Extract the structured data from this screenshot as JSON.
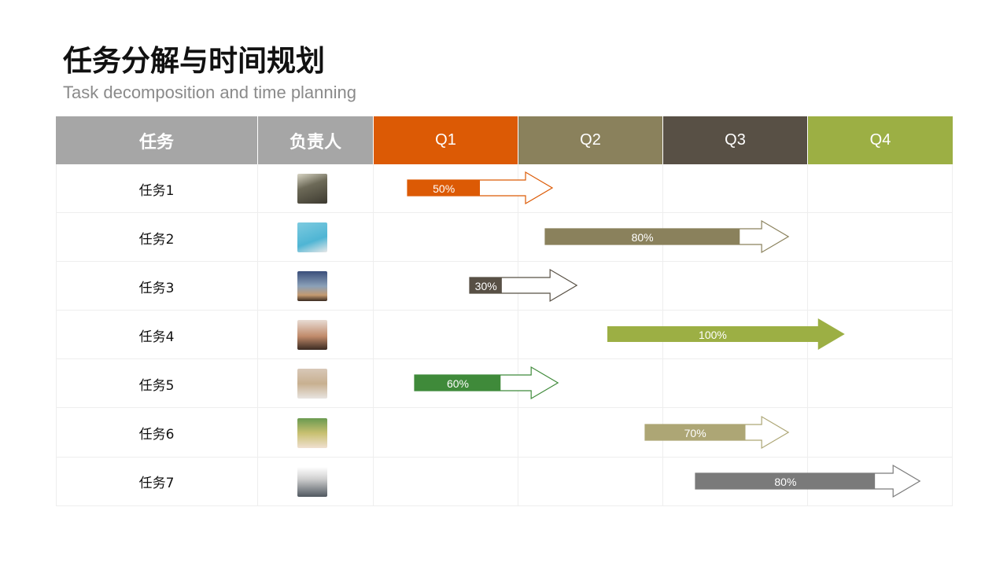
{
  "header": {
    "title": "任务分解与时间规划",
    "subtitle": "Task decomposition and time planning"
  },
  "table": {
    "columns": [
      {
        "label": "任务",
        "color": "#a6a6a6"
      },
      {
        "label": "负责人",
        "color": "#a6a6a6"
      },
      {
        "label": "Q1",
        "color": "#dc5a05"
      },
      {
        "label": "Q2",
        "color": "#8a815c"
      },
      {
        "label": "Q3",
        "color": "#585045"
      },
      {
        "label": "Q4",
        "color": "#9caf44"
      }
    ],
    "rows": [
      {
        "task": "任务1",
        "avatar": "person-photo",
        "pct": "50%",
        "color": "#dc5a05",
        "start": 0.24,
        "end": 1.24,
        "progress": 0.5
      },
      {
        "task": "任务2",
        "avatar": "person-photo",
        "pct": "80%",
        "color": "#8a815c",
        "start": 1.19,
        "end": 2.87,
        "progress": 0.8
      },
      {
        "task": "任务3",
        "avatar": "person-photo",
        "pct": "30%",
        "color": "#585045",
        "start": 0.67,
        "end": 1.41,
        "progress": 0.3
      },
      {
        "task": "任务4",
        "avatar": "person-photo",
        "pct": "100%",
        "color": "#9caf44",
        "start": 1.62,
        "end": 3.26,
        "progress": 1.0
      },
      {
        "task": "任务5",
        "avatar": "person-photo",
        "pct": "60%",
        "color": "#3f8a3a",
        "start": 0.29,
        "end": 1.28,
        "progress": 0.6
      },
      {
        "task": "任务6",
        "avatar": "person-photo",
        "pct": "70%",
        "color": "#ada675",
        "start": 1.88,
        "end": 2.87,
        "progress": 0.7
      },
      {
        "task": "任务7",
        "avatar": "person-photo",
        "pct": "80%",
        "color": "#7a7a7a",
        "start": 2.23,
        "end": 3.78,
        "progress": 0.8
      }
    ]
  },
  "chart_data": {
    "type": "gantt",
    "title": "任务分解与时间规划",
    "subtitle": "Task decomposition and time planning",
    "categories": [
      "Q1",
      "Q2",
      "Q3",
      "Q4"
    ],
    "tasks": [
      {
        "name": "任务1",
        "start_quarter": 1.24,
        "end_quarter": 2.24,
        "progress": 50
      },
      {
        "name": "任务2",
        "start_quarter": 2.19,
        "end_quarter": 3.87,
        "progress": 80
      },
      {
        "name": "任务3",
        "start_quarter": 1.67,
        "end_quarter": 2.41,
        "progress": 30
      },
      {
        "name": "任务4",
        "start_quarter": 2.62,
        "end_quarter": 4.26,
        "progress": 100
      },
      {
        "name": "任务5",
        "start_quarter": 1.29,
        "end_quarter": 2.28,
        "progress": 60
      },
      {
        "name": "任务6",
        "start_quarter": 2.88,
        "end_quarter": 3.87,
        "progress": 70
      },
      {
        "name": "任务7",
        "start_quarter": 3.23,
        "end_quarter": 4.78,
        "progress": 80
      }
    ],
    "columns": [
      "任务",
      "负责人",
      "Q1",
      "Q2",
      "Q3",
      "Q4"
    ]
  }
}
